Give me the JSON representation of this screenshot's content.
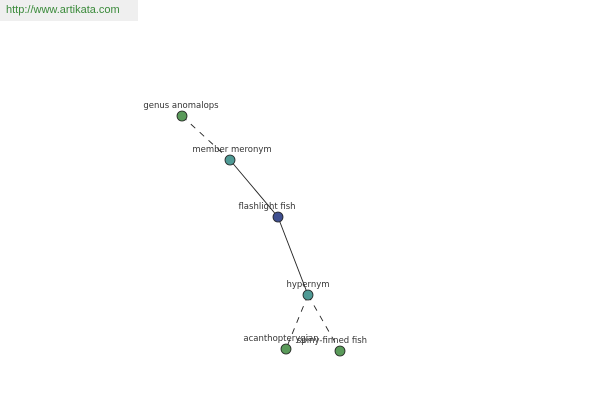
{
  "watermark": {
    "text": "http://www.artikata.com"
  },
  "nodes": {
    "genus_anomalops": {
      "label": "genus anomalops",
      "color": "#5a9a5a"
    },
    "member_meronym": {
      "label": "member meronym",
      "color": "#4f9a95"
    },
    "flashlight_fish": {
      "label": "flashlight fish",
      "color": "#3f4f8f"
    },
    "hypernym": {
      "label": "hypernym",
      "color": "#4f9a95"
    },
    "acanthopterygian": {
      "label": "acanthopterygian",
      "color": "#5a9a5a"
    },
    "spiny_finned_fish": {
      "label": "spiny-finned fish",
      "color": "#5a9a5a"
    }
  },
  "edges": [
    {
      "from": "genus_anomalops",
      "to": "member_meronym",
      "style": "dashed"
    },
    {
      "from": "member_meronym",
      "to": "flashlight_fish",
      "style": "solid"
    },
    {
      "from": "flashlight_fish",
      "to": "hypernym",
      "style": "solid"
    },
    {
      "from": "hypernym",
      "to": "acanthopterygian",
      "style": "dashed"
    },
    {
      "from": "hypernym",
      "to": "spiny_finned_fish",
      "style": "dashed"
    }
  ]
}
